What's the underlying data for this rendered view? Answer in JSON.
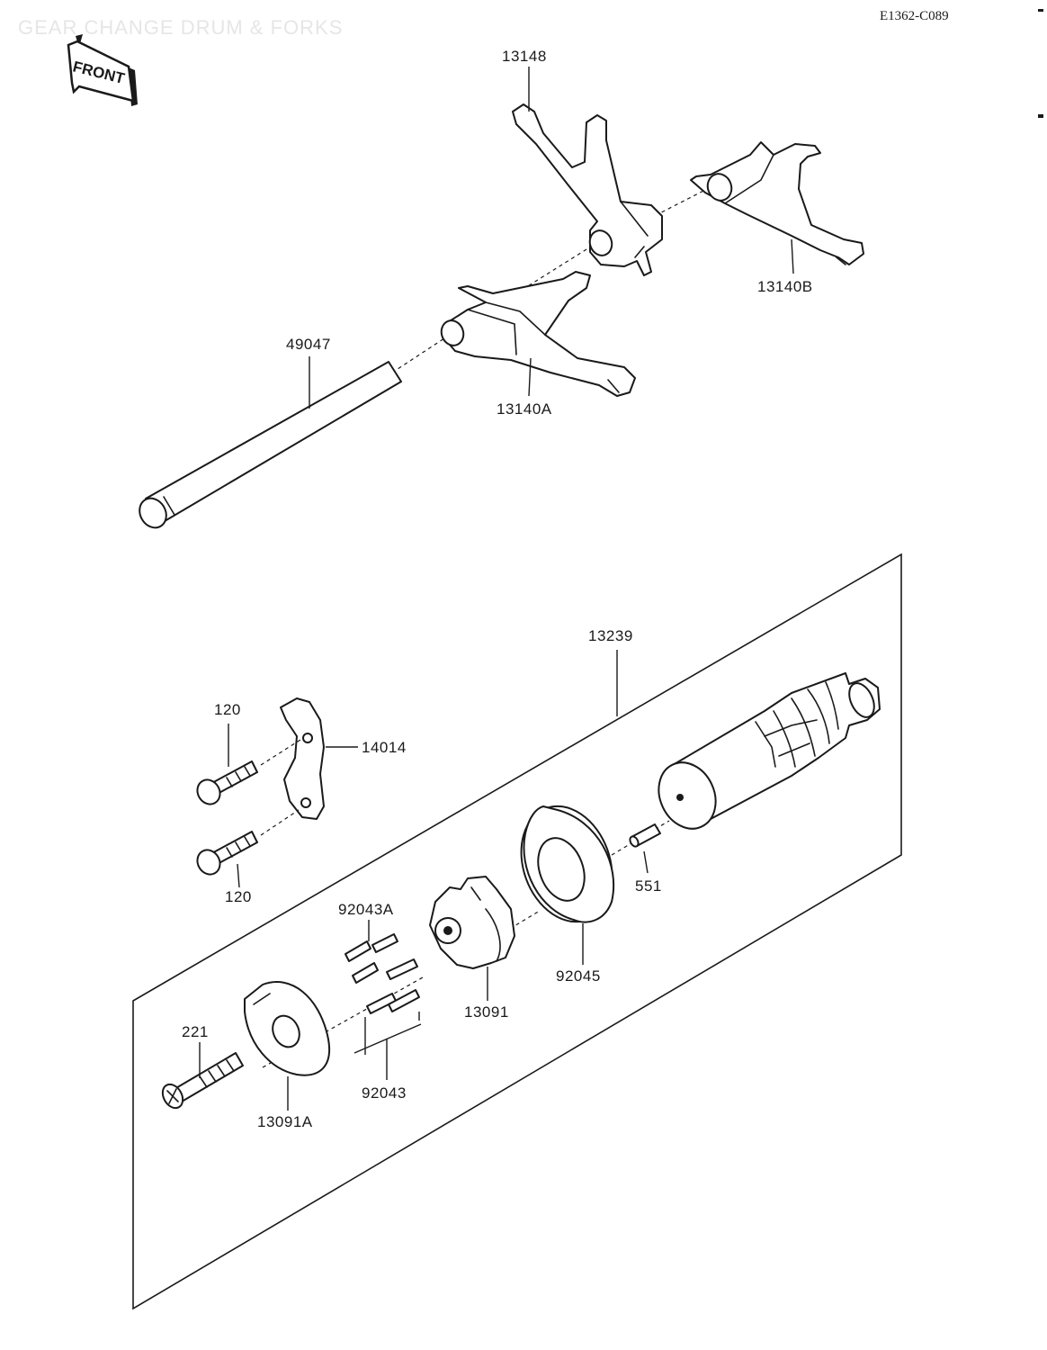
{
  "header": {
    "title": "GEAR CHANGE DRUM & FORKS",
    "code": "E1362-C089",
    "front_badge": "FRONT"
  },
  "parts": {
    "fork_top": "13148",
    "fork_b": "13140B",
    "fork_a": "13140A",
    "shaft": "49047",
    "drum": "13239",
    "screw_upper": "120",
    "stopper": "14014",
    "screw_lower": "120",
    "pin_551": "551",
    "pins_a": "92043A",
    "bearing": "92045",
    "cam": "13091",
    "screw_221": "221",
    "pins": "92043",
    "plate": "13091A"
  }
}
